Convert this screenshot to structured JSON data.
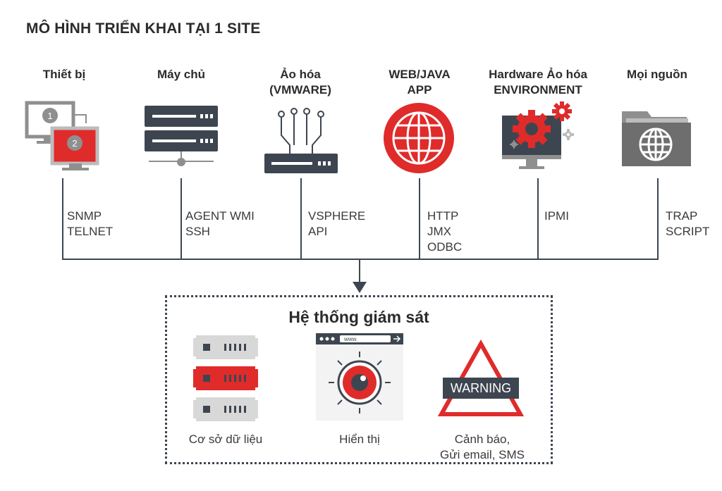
{
  "title": "MÔ HÌNH TRIỂN KHAI TẠI 1 SITE",
  "sources": [
    {
      "label_lines": [
        "Thiết bị"
      ],
      "protocols": [
        "SNMP",
        "TELNET"
      ],
      "icon": "monitors-icon"
    },
    {
      "label_lines": [
        "Máy chủ"
      ],
      "protocols": [
        "AGENT WMI",
        "SSH"
      ],
      "icon": "server-rack-icon"
    },
    {
      "label_lines": [
        "Ảo hóa",
        "(VMWARE)"
      ],
      "protocols": [
        "VSPHERE",
        "API"
      ],
      "icon": "virtualization-icon"
    },
    {
      "label_lines": [
        "WEB/JAVA",
        "APP"
      ],
      "protocols": [
        "HTTP",
        "JMX",
        "ODBC"
      ],
      "icon": "globe-icon"
    },
    {
      "label_lines": [
        "Hardware Ảo hóa",
        "ENVIRONMENT"
      ],
      "protocols": [
        "IPMI"
      ],
      "icon": "gear-monitor-icon"
    },
    {
      "label_lines": [
        "Mọi nguồn"
      ],
      "protocols": [
        "TRAP",
        "SCRIPT"
      ],
      "icon": "folder-globe-icon"
    }
  ],
  "monitor_numbers": [
    "1",
    "2"
  ],
  "monitoring": {
    "title": "Hệ thống giám sát",
    "items": [
      {
        "label_lines": [
          "Cơ sở dữ liệu"
        ],
        "icon": "database-icon"
      },
      {
        "label_lines": [
          "Hiển thị"
        ],
        "icon": "eye-display-icon"
      },
      {
        "label_lines": [
          "Cảnh báo,",
          "Gửi email, SMS"
        ],
        "icon": "warning-icon"
      }
    ],
    "browser_url": "www.",
    "warning_text": "WARNING"
  },
  "colors": {
    "red": "#e02b2b",
    "dark": "#3d4650",
    "gray": "#8f8f8f",
    "light_gray": "#d8d8d8"
  }
}
